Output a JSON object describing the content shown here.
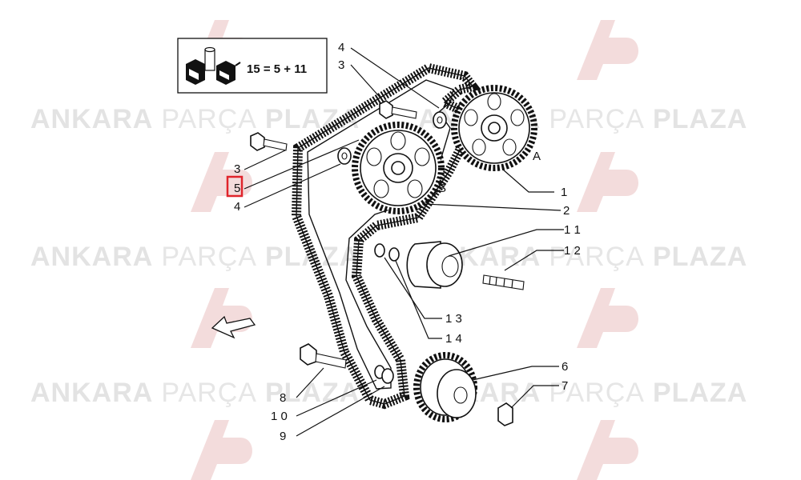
{
  "watermark": {
    "word1": "ANKARA",
    "word2": "PARÇA",
    "word3": "PLAZA",
    "color_bold": "#e3e3e3",
    "color_light": "#e6e6e6",
    "logo_color": "#f2d9d9"
  },
  "legend": {
    "formula": "15 = 5 + 11",
    "icon_name": "kit-box-icon"
  },
  "callouts": {
    "c4_top": "4",
    "c3_top": "3",
    "c3_left": "3",
    "c5_left": "5",
    "c4_left": "4",
    "letter_A": "A",
    "letter_S": "S",
    "c1": "1",
    "c2": "2",
    "c11": "1 1",
    "c12": "1 2",
    "c13": "1 3",
    "c14": "1 4",
    "c6": "6",
    "c7": "7",
    "c8": "8",
    "c10": "1 0",
    "c9": "9"
  },
  "highlight": {
    "color": "#e0242b",
    "target": "5"
  }
}
